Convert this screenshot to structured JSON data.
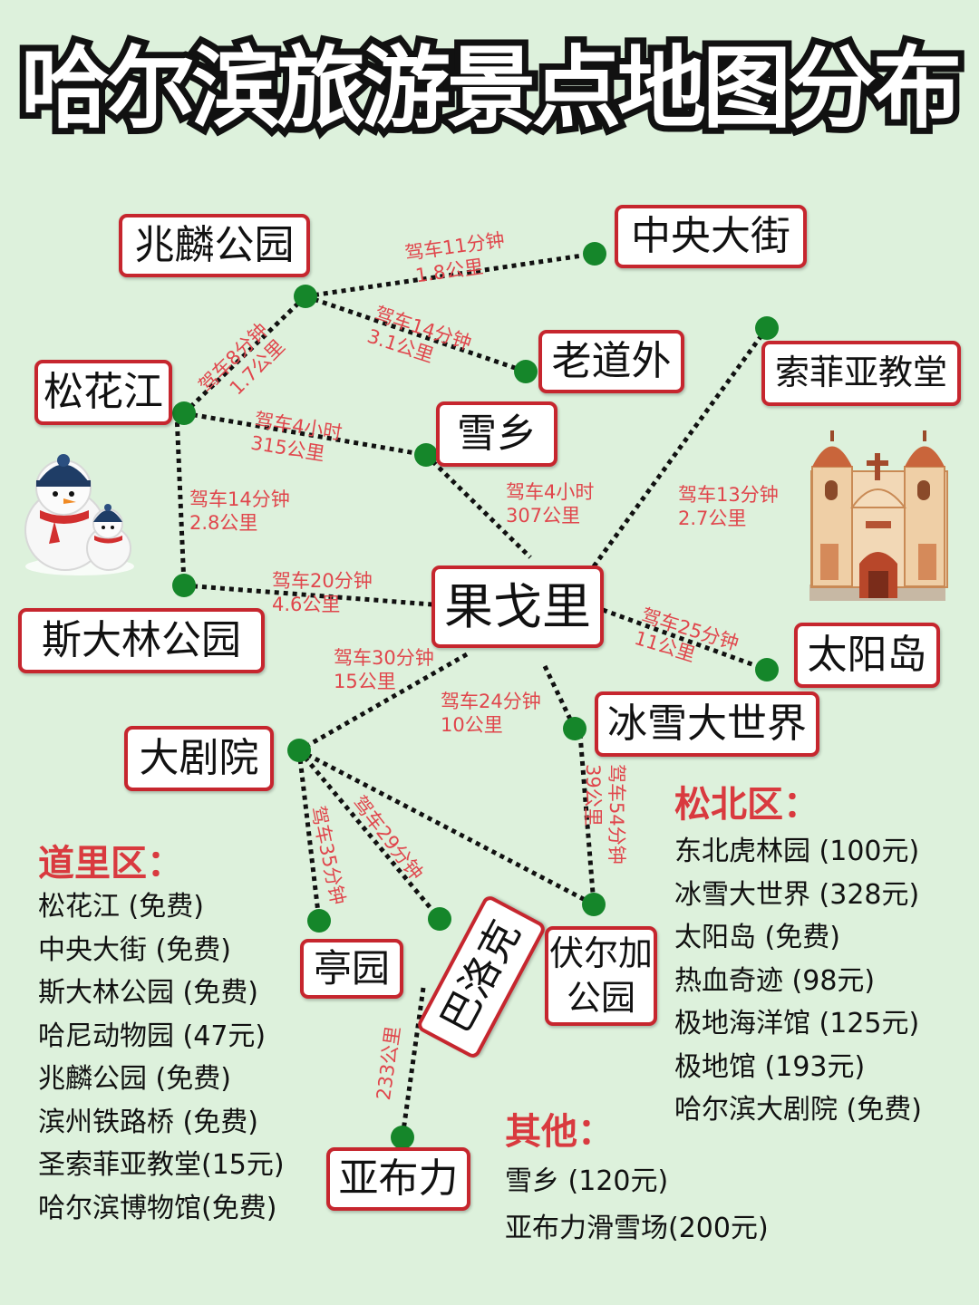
{
  "title": "哈尔滨旅游景点地图分布",
  "locations": {
    "zhaolin": "兆麟公园",
    "zhongyang": "中央大街",
    "laodaowai": "老道外",
    "songhuajiang": "松花江",
    "suofeiya": "索菲亚教堂",
    "xuexiang": "雪乡",
    "guogeli": "果戈里",
    "sidalin": "斯大林公园",
    "taiyangdao": "太阳岛",
    "bingxue": "冰雪大世界",
    "dajuyuan": "大剧院",
    "tingyuan": "亭园",
    "baluoke": "巴洛克",
    "fuerjia_line1": "伏尔加",
    "fuerjia_line2": "公园",
    "yabuli": "亚布力"
  },
  "routes": {
    "zhaolin_zhongyang": [
      "驾车11分钟",
      "1.8公里"
    ],
    "zhaolin_laodaowai": [
      "驾车14分钟",
      "3.1公里"
    ],
    "songhua_zhaolin": [
      "驾车8分钟",
      "1.7公里"
    ],
    "songhua_xuexiang": [
      "驾车4小时",
      "315公里"
    ],
    "xuexiang_guogeli": [
      "驾车4小时",
      "307公里"
    ],
    "songhua_sidalin": [
      "驾车14分钟",
      "2.8公里"
    ],
    "suofeiya_guogeli": [
      "驾车13分钟",
      "2.7公里"
    ],
    "sidalin_guogeli": [
      "驾车20分钟",
      "4.6公里"
    ],
    "guogeli_taiyangdao": [
      "驾车25分钟",
      "11公里"
    ],
    "guogeli_dajuyuan": [
      "驾车30分钟",
      "15公里"
    ],
    "guogeli_bingxue": [
      "驾车24分钟",
      "10公里"
    ],
    "bingxue_fuerjia": [
      "驾车54分钟",
      "39公里"
    ],
    "dajuyuan_tingyuan": [
      "驾车35分钟"
    ],
    "dajuyuan_baluoke": [
      "驾车29分钟"
    ],
    "baluoke_yabuli": [
      "233公里"
    ]
  },
  "districts": {
    "daoli": {
      "title": "道里区：",
      "items": [
        "松花江 (免费)",
        "中央大街 (免费)",
        "斯大林公园 (免费)",
        "哈尼动物园 (47元)",
        "兆麟公园 (免费)",
        "滨州铁路桥 (免费)",
        "圣索菲亚教堂(15元)",
        "哈尔滨博物馆(免费)"
      ]
    },
    "songbei": {
      "title": "松北区：",
      "items": [
        "东北虎林园 (100元)",
        "冰雪大世界 (328元)",
        "太阳岛 (免费)",
        "热血奇迹 (98元)",
        "极地海洋馆 (125元)",
        "极地馆 (193元)",
        "哈尔滨大剧院 (免费)"
      ]
    },
    "other": {
      "title": "其他：",
      "items": [
        "雪乡 (120元)",
        "亚布力滑雪场(200元)"
      ]
    }
  },
  "colors": {
    "background": "#ddf1dc",
    "box_border": "#c6262e",
    "route_label": "#e0464c",
    "district_title": "#d93a3f",
    "node": "#15862a",
    "route_line": "#111111"
  },
  "illustrations": [
    "snowman",
    "church"
  ]
}
